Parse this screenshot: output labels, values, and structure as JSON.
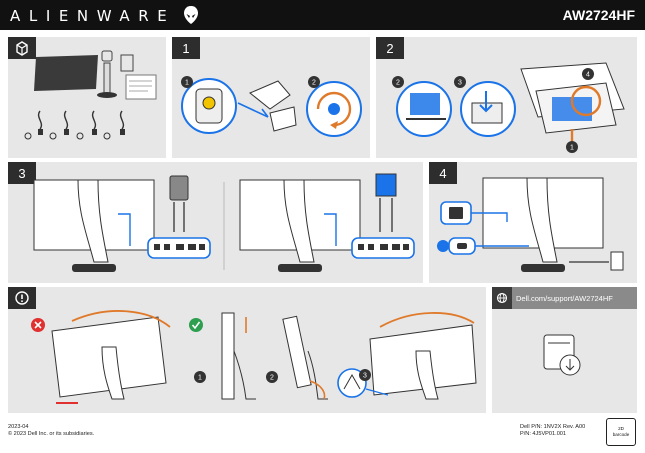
{
  "header": {
    "brand": "ALIENWARE",
    "model": "AW2724HF",
    "logo_icon": "alien-head-icon"
  },
  "panels": {
    "box_contents": {
      "icon": "box-contents-icon"
    },
    "step1": {
      "label": "1",
      "callouts": [
        "1",
        "2"
      ]
    },
    "step2": {
      "label": "2",
      "callouts": [
        "2",
        "3",
        "4",
        "1"
      ]
    },
    "step3": {
      "label": "3"
    },
    "step4": {
      "label": "4"
    },
    "warning": {
      "icon": "warning-icon",
      "callouts": [
        "1",
        "2",
        "3"
      ]
    },
    "support": {
      "url": "Dell.com/support/AW2724HF",
      "icon": "support-globe-icon"
    }
  },
  "footer": {
    "date": "2023-04",
    "copyright": "© 2023 Dell Inc. or its subsidiaries.",
    "dell_pn": "Dell P/N: 1NV2X Rev. A00",
    "pn": "P/N: 4J5VP01.001",
    "qr_line1": "2D",
    "qr_line2": "barcode"
  },
  "colors": {
    "accent": "#1a73e8",
    "danger": "#e0302f",
    "ok": "#2e9e4f",
    "arrow": "#e07a2b",
    "panel": "#e7e7e7",
    "dark": "#2d2d2d"
  }
}
